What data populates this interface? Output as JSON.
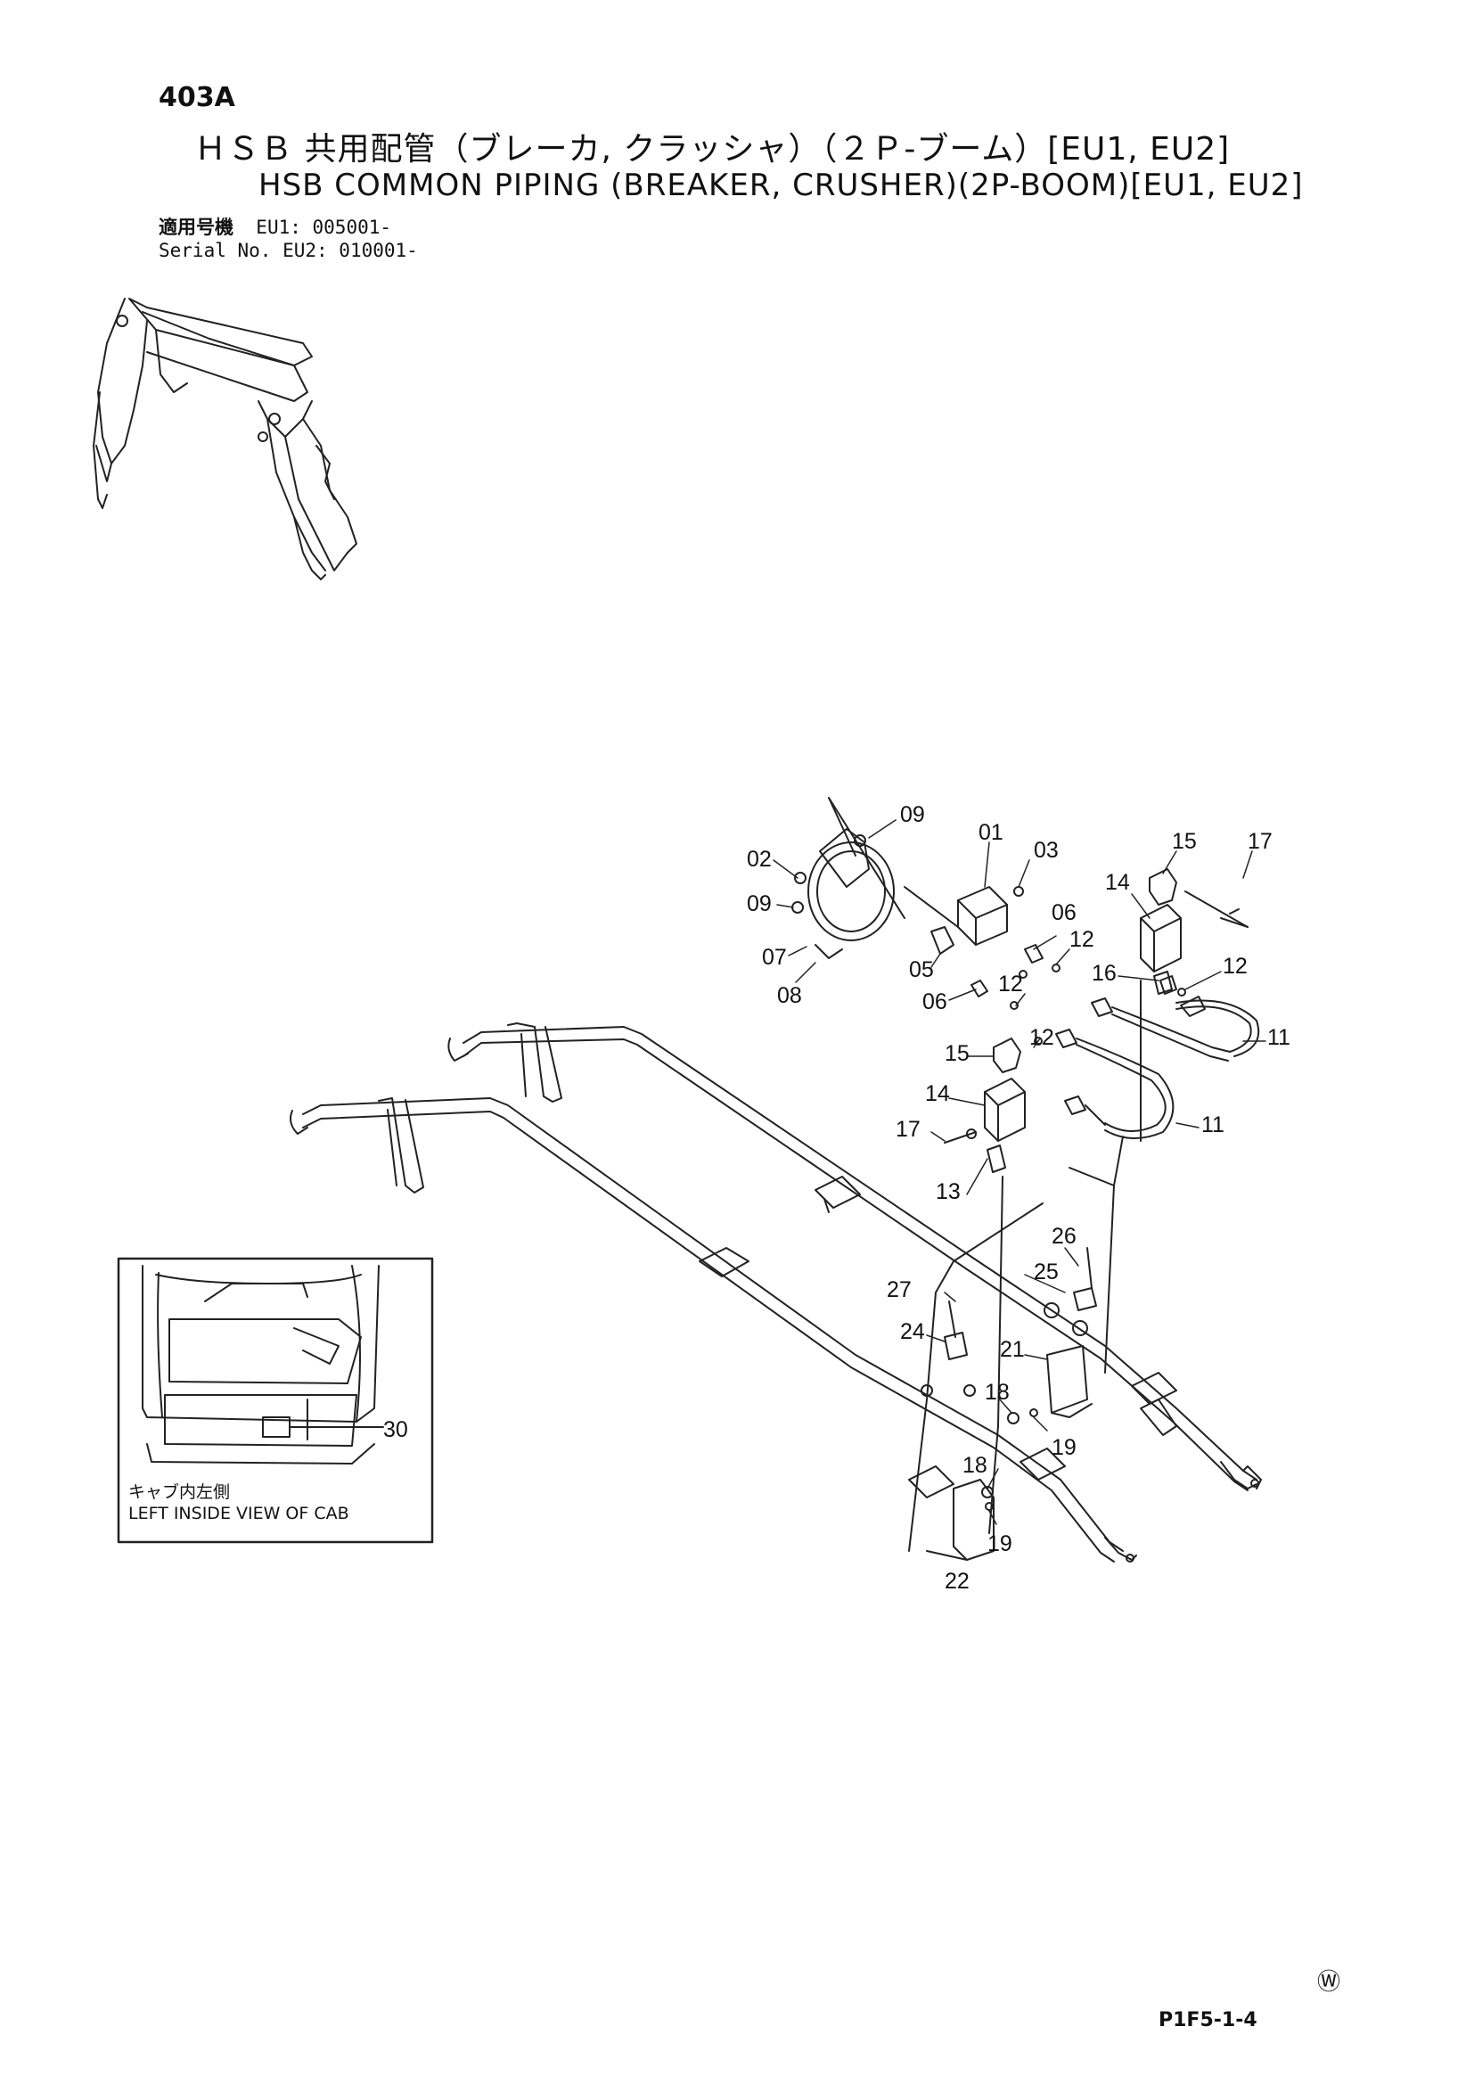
{
  "header": {
    "page_number": "403A",
    "title_jp": "ＨＳＢ 共用配管（ブレーカ, クラッシャ）（２Ｐ-ブーム）[EU1, EU2]",
    "title_en": "HSB COMMON PIPING (BREAKER,  CRUSHER)(2P-BOOM)[EU1, EU2]",
    "serial_label_jp": "適用号機",
    "serial_label_en": "Serial No.",
    "serial_eu1": "EU1: 005001-",
    "serial_eu2": "EU2: 010001-"
  },
  "inset": {
    "caption_jp": "キャブ内左側",
    "caption_en": "LEFT INSIDE VIEW OF CAB",
    "part_30": "30"
  },
  "callouts": {
    "p01": "01",
    "p02": "02",
    "p03": "03",
    "p05": "05",
    "p06a": "06",
    "p06b": "06",
    "p07": "07",
    "p08": "08",
    "p09a": "09",
    "p09b": "09",
    "p11a": "11",
    "p11b": "11",
    "p12a": "12",
    "p12b": "12",
    "p12c": "12",
    "p12d": "12",
    "p13": "13",
    "p14a": "14",
    "p14b": "14",
    "p15a": "15",
    "p15b": "15",
    "p16": "16",
    "p17a": "17",
    "p17b": "17",
    "p18a": "18",
    "p18b": "18",
    "p19a": "19",
    "p19b": "19",
    "p21": "21",
    "p22": "22",
    "p24": "24",
    "p25": "25",
    "p26": "26",
    "p27": "27"
  },
  "footer": {
    "ref_code": "P1F5-1-4",
    "w_mark": "Ⓦ"
  }
}
